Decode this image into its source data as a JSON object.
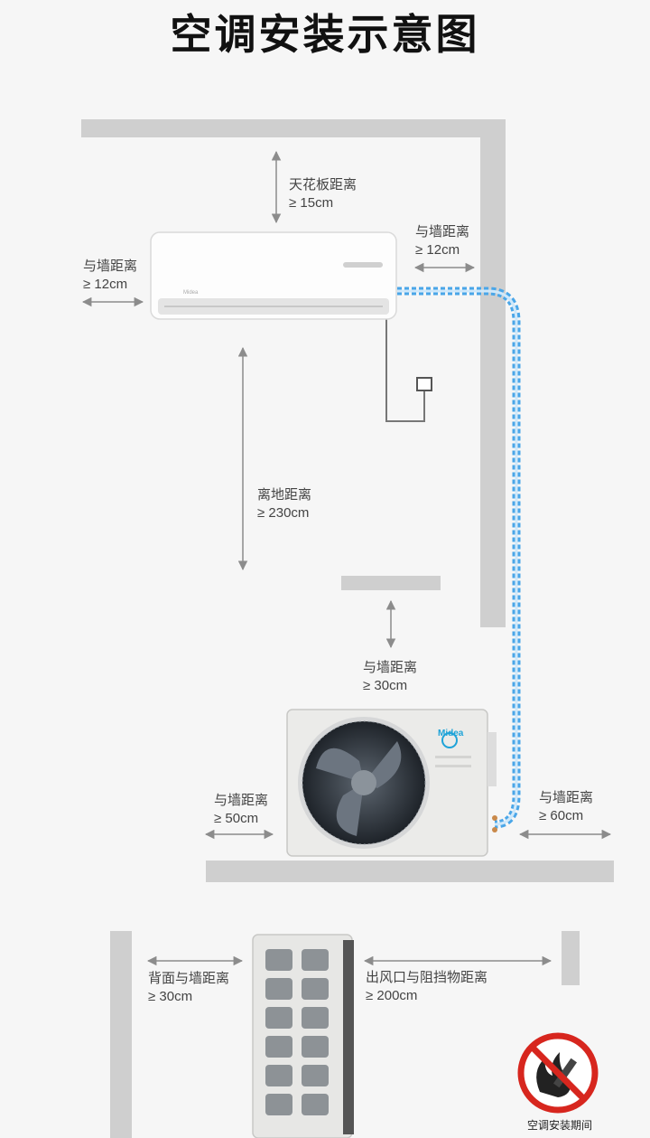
{
  "title": "空调安装示意图",
  "labels": {
    "ceiling": {
      "name": "天花板距离",
      "value": "≥ 15cm"
    },
    "left_wall_indoor": {
      "name": "与墙距离",
      "value": "≥ 12cm"
    },
    "right_wall_indoor": {
      "name": "与墙距离",
      "value": "≥ 12cm"
    },
    "floor": {
      "name": "离地距离",
      "value": "≥ 230cm"
    },
    "above_outdoor": {
      "name": "与墙距离",
      "value": "≥ 30cm"
    },
    "left_outdoor": {
      "name": "与墙距离",
      "value": "≥ 50cm"
    },
    "right_outdoor": {
      "name": "与墙距离",
      "value": "≥ 60cm"
    },
    "back": {
      "name": "背面与墙距离",
      "value": "≥ 30cm"
    },
    "outlet": {
      "name": "出风口与阻挡物距离",
      "value": "≥ 200cm"
    }
  },
  "brand": "Midea",
  "notice": "空调安装期间",
  "colors": {
    "pipe": "#4aa6e8",
    "wall": "#c9c9c9",
    "arrow": "#8c8c8c",
    "no_fire": "#d7261e"
  }
}
